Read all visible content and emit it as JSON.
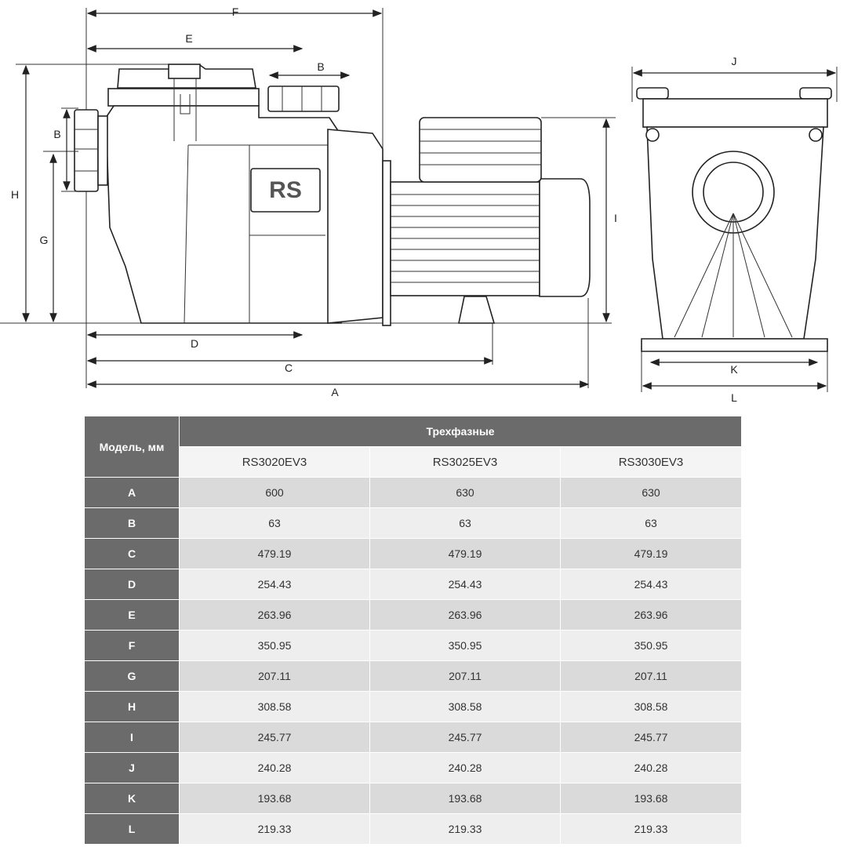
{
  "drawing": {
    "labels": {
      "A": "A",
      "B_top": "B",
      "B_side": "B",
      "C": "C",
      "D": "D",
      "E": "E",
      "F": "F",
      "G": "G",
      "H": "H",
      "I": "I",
      "J": "J",
      "K": "K",
      "L": "L"
    },
    "logo": "RS"
  },
  "table": {
    "corner_header": "Модель, мм",
    "group_header": "Трехфазные",
    "models": [
      "RS3020EV3",
      "RS3025EV3",
      "RS3030EV3"
    ],
    "rows": [
      {
        "key": "A",
        "values": [
          "600",
          "630",
          "630"
        ]
      },
      {
        "key": "B",
        "values": [
          "63",
          "63",
          "63"
        ]
      },
      {
        "key": "C",
        "values": [
          "479.19",
          "479.19",
          "479.19"
        ]
      },
      {
        "key": "D",
        "values": [
          "254.43",
          "254.43",
          "254.43"
        ]
      },
      {
        "key": "E",
        "values": [
          "263.96",
          "263.96",
          "263.96"
        ]
      },
      {
        "key": "F",
        "values": [
          "350.95",
          "350.95",
          "350.95"
        ]
      },
      {
        "key": "G",
        "values": [
          "207.11",
          "207.11",
          "207.11"
        ]
      },
      {
        "key": "H",
        "values": [
          "308.58",
          "308.58",
          "308.58"
        ]
      },
      {
        "key": "I",
        "values": [
          "245.77",
          "245.77",
          "245.77"
        ]
      },
      {
        "key": "J",
        "values": [
          "240.28",
          "240.28",
          "240.28"
        ]
      },
      {
        "key": "K",
        "values": [
          "193.68",
          "193.68",
          "193.68"
        ]
      },
      {
        "key": "L",
        "values": [
          "219.33",
          "219.33",
          "219.33"
        ]
      }
    ]
  }
}
